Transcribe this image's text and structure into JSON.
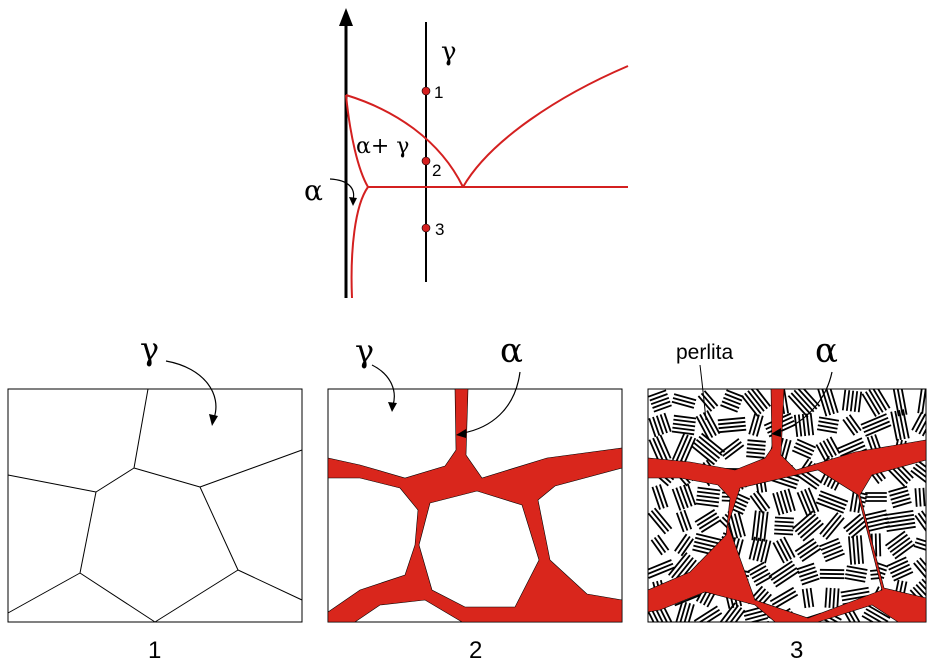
{
  "colors": {
    "phase_line": "#d42020",
    "ferrite_fill": "#d9261c",
    "ink": "#000000"
  },
  "phase_diagram": {
    "region_gamma": "γ",
    "region_alpha_gamma": "α+ γ",
    "region_alpha": "α",
    "points": [
      "1",
      "2",
      "3"
    ]
  },
  "panels": [
    {
      "caption": "1",
      "labels": [
        "γ"
      ]
    },
    {
      "caption": "2",
      "labels": [
        "γ",
        "α"
      ]
    },
    {
      "caption": "3",
      "labels": [
        "perlita",
        "α"
      ]
    }
  ],
  "icons": [
    "arrow-up-icon",
    "curved-arrow-icon"
  ]
}
